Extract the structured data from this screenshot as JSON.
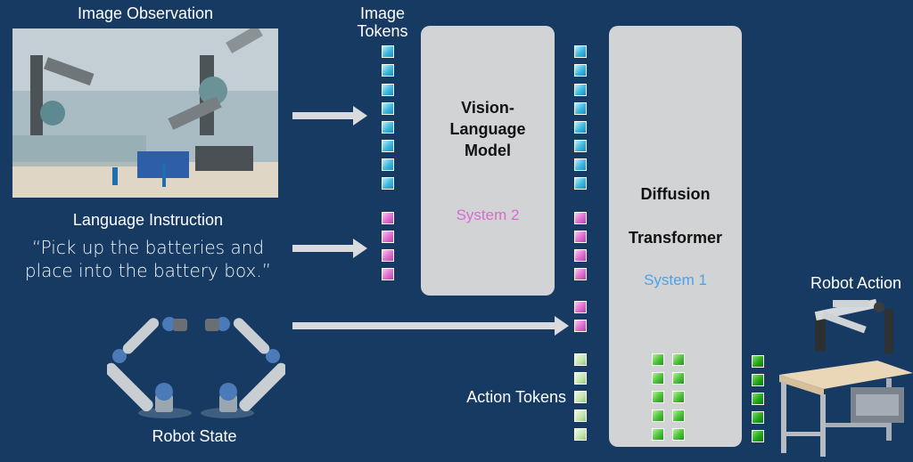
{
  "labels": {
    "image_observation": "Image Observation",
    "image_tokens": "Image\nTokens",
    "language_instruction": "Language Instruction",
    "instruction_quote": "“Pick up the batteries and\nplace into the battery box.”",
    "robot_state": "Robot State",
    "action_tokens": "Action Tokens",
    "robot_action": "Robot Action"
  },
  "vlm": {
    "title": "Vision-\nLanguage\nModel",
    "system": "System 2"
  },
  "dit": {
    "title1": "Diffusion",
    "title2": "Transformer",
    "system": "System 1"
  },
  "colors": {
    "background": "#173a63",
    "panel": "#d2d3d5",
    "system2": "#d86cd0",
    "system1": "#4aa3e8",
    "image_token": "#3cb8e0",
    "language_token": "#e06fd0",
    "action_token": "#c8e6b4",
    "output_token": "#26a71c"
  },
  "icons": [
    "arrow-right-icon",
    "robot-arm-icon",
    "workbench-icon"
  ]
}
